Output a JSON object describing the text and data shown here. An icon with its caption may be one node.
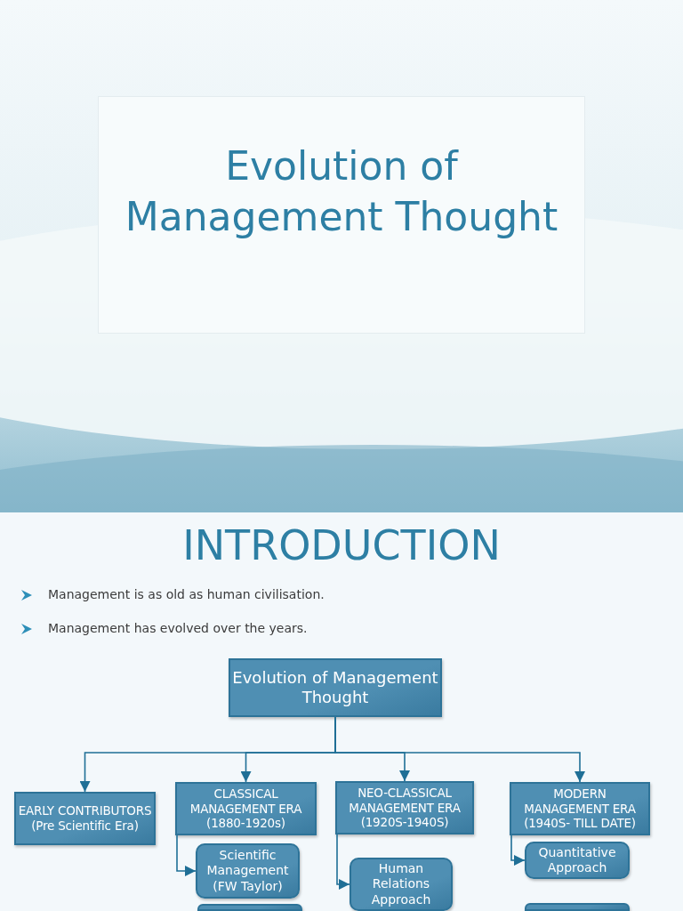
{
  "diagram": {
    "title": "Evolution of Management Thought",
    "nodes": [
      {
        "text": [
          "Evolution of Management Thought"
        ]
      },
      {
        "text": [
          "EARLY CONTRIBUTORS (Pre Scientific Era)"
        ]
      },
      {
        "text": [
          "CLASSICAL MANAGEMENT ERA (1880-1920s)"
        ]
      },
      {
        "text": [
          "NEO-CLASSICAL MANAGEMENT ERA (1920S-1940S)"
        ]
      },
      {
        "text": [
          "MODERN MANAGEMENT ERA (1940S- TILL DATE)"
        ]
      },
      {
        "text": [
          "Scientific Management (FW Taylor)"
        ]
      },
      {
        "text": [],
        "shape": "box"
      },
      {
        "text": [
          "Human Relations Approach"
        ]
      },
      {
        "text": [
          "Quantitative Approach"
        ]
      },
      {
        "text": [],
        "shape": "box"
      }
    ],
    "edges": [
      {
        "from": 0,
        "to": 1,
        "arrow": "to"
      },
      {
        "from": 0,
        "to": 2,
        "arrow": "to"
      },
      {
        "from": 0,
        "to": 3,
        "arrow": "to"
      },
      {
        "from": 0,
        "to": 4,
        "arrow": "to"
      },
      {
        "from": 2,
        "to": 5,
        "arrow": "to"
      },
      {
        "from": 3,
        "to": 7,
        "arrow": "to"
      },
      {
        "from": 4,
        "to": 8,
        "arrow": "to"
      }
    ],
    "labels": [
      "INTRODUCTION",
      "Management is as old as human civilisation.",
      "Management has evolved over the years."
    ]
  }
}
